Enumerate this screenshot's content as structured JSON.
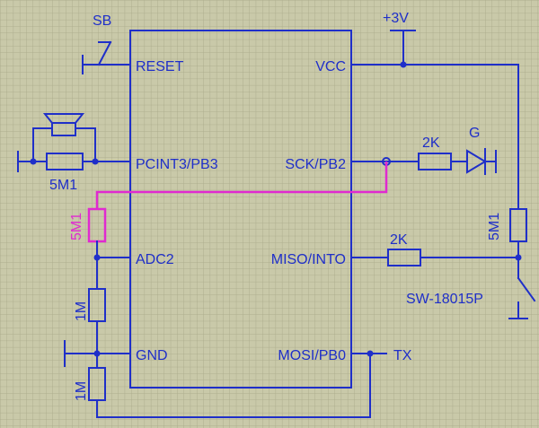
{
  "chip": {
    "pins_left": [
      "RESET",
      "PCINT3/PB3",
      "ADC2",
      "GND"
    ],
    "pins_right": [
      "VCC",
      "SCK/PB2",
      "MISO/INTO",
      "MOSI/PB0"
    ]
  },
  "labels": {
    "sb": "SB",
    "vcc_supply": "+3V",
    "r_speaker": "5M1",
    "r_led": "2K",
    "led": "G",
    "r_pink": "5M1",
    "r_miso": "2K",
    "r_vcc": "5M1",
    "switch": "SW-18015P",
    "r_adc_low": "1M",
    "r_gnd": "1M",
    "tx": "TX"
  },
  "colors": {
    "background": "#c9c9a9",
    "grid": "#a8a888",
    "wire": "#1f2fc9",
    "highlight": "#e02ad0"
  }
}
